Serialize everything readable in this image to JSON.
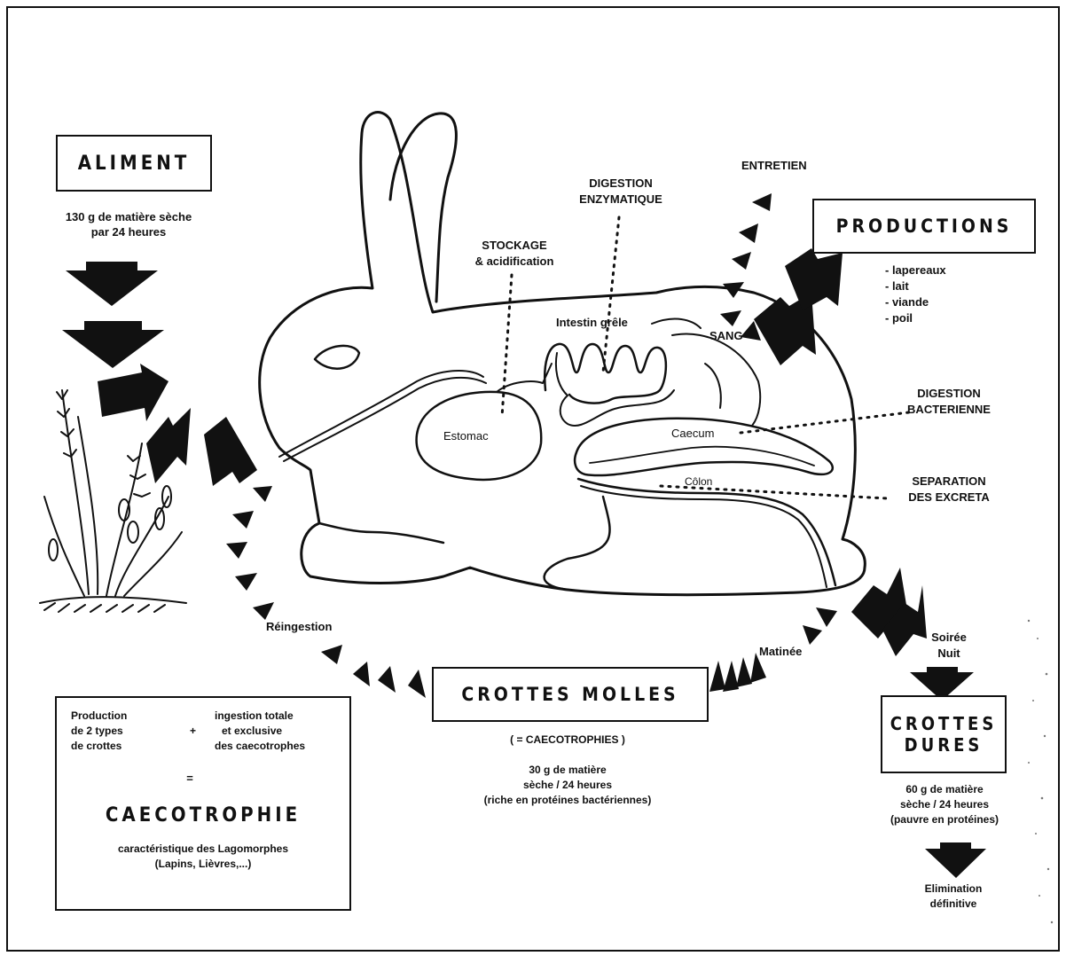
{
  "aliment": {
    "title": "ALIMENT",
    "amount_line1": "130 g de matière sèche",
    "amount_line2": "par 24 heures"
  },
  "productions": {
    "title": "PRODUCTIONS",
    "items": [
      "- lapereaux",
      "- lait",
      "- viande",
      "- poil"
    ],
    "entretien": "ENTRETIEN"
  },
  "labels": {
    "digestion_enzymatique_1": "DIGESTION",
    "digestion_enzymatique_2": "ENZYMATIQUE",
    "stockage_1": "STOCKAGE",
    "stockage_2": "& acidification",
    "intestin": "Intestin grêle",
    "sang": "SANG",
    "estomac": "Estomac",
    "caecum": "Caecum",
    "colon": "Côlon",
    "digestion_bacterienne_1": "DIGESTION",
    "digestion_bacterienne_2": "BACTERIENNE",
    "separation_1": "SEPARATION",
    "separation_2": "DES EXCRETA",
    "reingestion": "Réingestion",
    "matinee": "Matinée",
    "soiree_1": "Soirée",
    "soiree_2": "Nuit"
  },
  "crottes_molles": {
    "title": "CROTTES MOLLES",
    "subtitle": "( = CAECOTROPHIES )",
    "line1": "30 g de matière",
    "line2": "sèche / 24 heures",
    "line3": "(riche en protéines bactériennes)"
  },
  "crottes_dures": {
    "title_1": "CROTTES",
    "title_2": "DURES",
    "line1": "60 g de matière",
    "line2": "sèche / 24 heures",
    "line3": "(pauvre en protéines)",
    "elimination_1": "Elimination",
    "elimination_2": "définitive"
  },
  "caecotrophie_box": {
    "left_1": "Production",
    "left_2": "de 2 types",
    "left_3": "de crottes",
    "plus": "+",
    "right_1": "ingestion totale",
    "right_2": "et exclusive",
    "right_3": "des caecotrophes",
    "equals": "=",
    "title": "CAECOTROPHIE",
    "note_1": "caractéristique des Lagomorphes",
    "note_2": "(Lapins, Lièvres,...)"
  }
}
